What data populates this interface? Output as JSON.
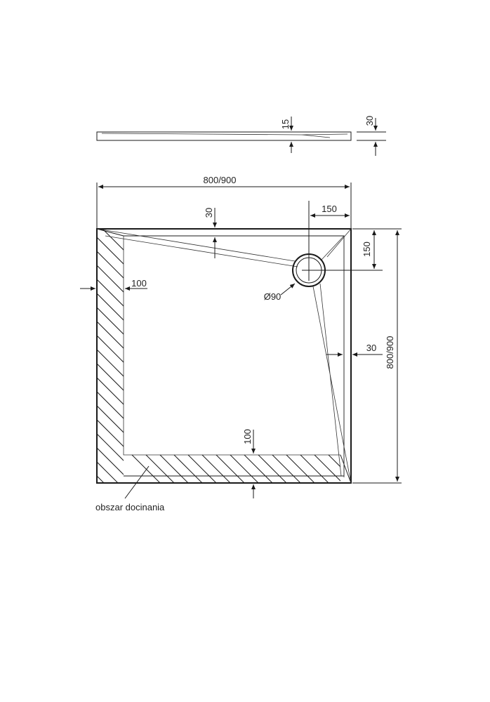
{
  "dimensions": {
    "side_view_height_small": "15",
    "side_view_height_total": "30",
    "width": "800/900",
    "depth": "800/900",
    "drain_offset_x": "150",
    "drain_offset_y": "150",
    "rim_top": "30",
    "rim_right": "30",
    "trim_left": "100",
    "trim_bottom": "100",
    "drain_diameter": "Ø90"
  },
  "labels": {
    "trim_area": "obszar docinania"
  }
}
